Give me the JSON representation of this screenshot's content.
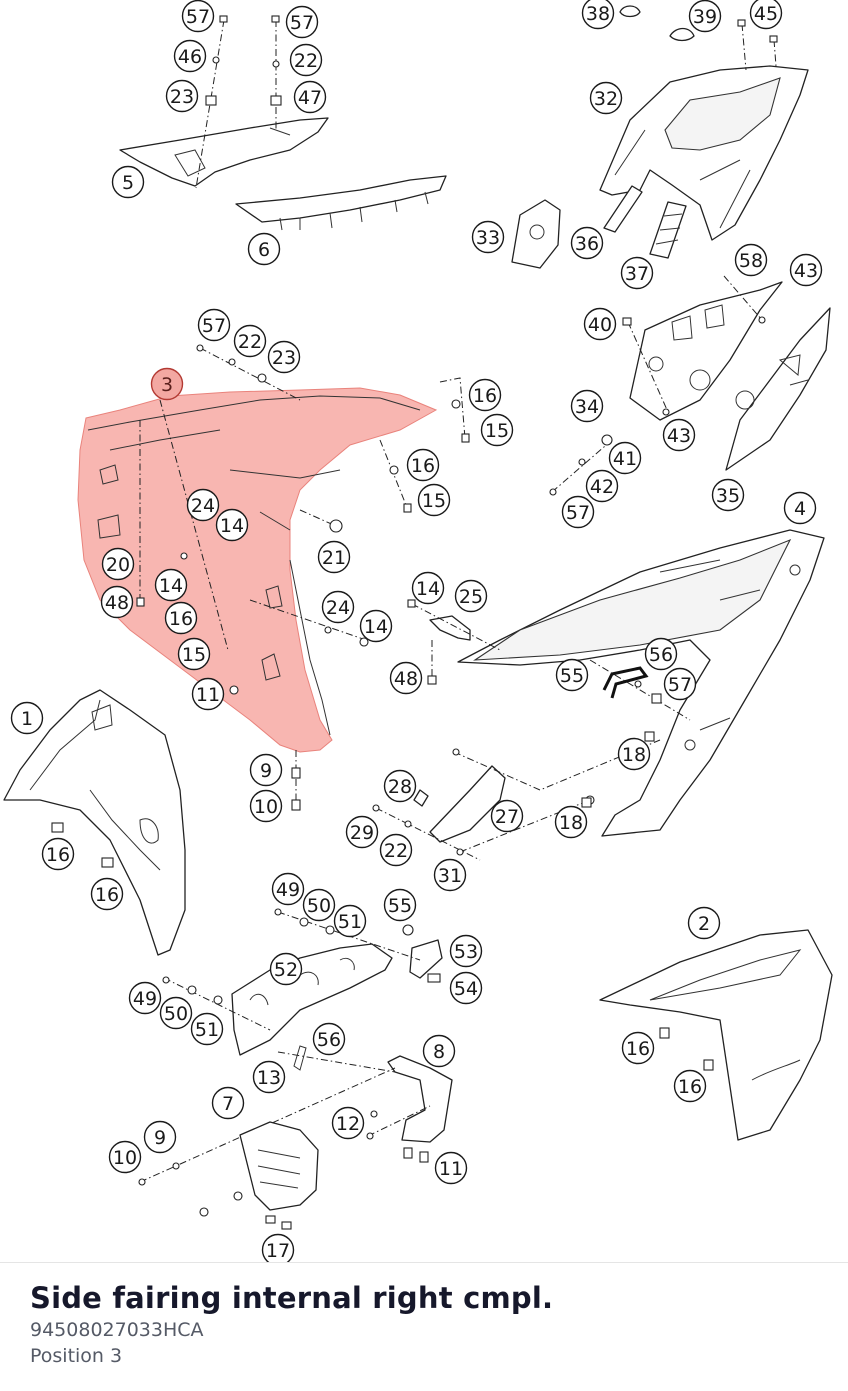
{
  "part": {
    "title": "Side fairing internal right cmpl.",
    "part_number": "94508027033HCA",
    "position_label": "Position 3"
  },
  "highlight_color": "#f26d63",
  "selected_callout": "3",
  "callouts": [
    {
      "label": "57"
    },
    {
      "label": "46"
    },
    {
      "label": "23"
    },
    {
      "label": "57"
    },
    {
      "label": "22"
    },
    {
      "label": "47"
    },
    {
      "label": "5"
    },
    {
      "label": "6"
    },
    {
      "label": "38"
    },
    {
      "label": "39"
    },
    {
      "label": "45"
    },
    {
      "label": "32"
    },
    {
      "label": "33"
    },
    {
      "label": "36"
    },
    {
      "label": "37"
    },
    {
      "label": "58"
    },
    {
      "label": "43"
    },
    {
      "label": "40"
    },
    {
      "label": "34"
    },
    {
      "label": "43"
    },
    {
      "label": "41"
    },
    {
      "label": "42"
    },
    {
      "label": "57"
    },
    {
      "label": "35"
    },
    {
      "label": "4"
    },
    {
      "label": "57"
    },
    {
      "label": "22"
    },
    {
      "label": "23"
    },
    {
      "label": "3"
    },
    {
      "label": "16"
    },
    {
      "label": "15"
    },
    {
      "label": "16"
    },
    {
      "label": "15"
    },
    {
      "label": "24"
    },
    {
      "label": "14"
    },
    {
      "label": "21"
    },
    {
      "label": "20"
    },
    {
      "label": "14"
    },
    {
      "label": "48"
    },
    {
      "label": "16"
    },
    {
      "label": "15"
    },
    {
      "label": "24"
    },
    {
      "label": "14"
    },
    {
      "label": "14"
    },
    {
      "label": "25"
    },
    {
      "label": "11"
    },
    {
      "label": "48"
    },
    {
      "label": "56"
    },
    {
      "label": "55"
    },
    {
      "label": "57"
    },
    {
      "label": "1"
    },
    {
      "label": "9"
    },
    {
      "label": "10"
    },
    {
      "label": "18"
    },
    {
      "label": "28"
    },
    {
      "label": "27"
    },
    {
      "label": "18"
    },
    {
      "label": "29"
    },
    {
      "label": "22"
    },
    {
      "label": "16"
    },
    {
      "label": "16"
    },
    {
      "label": "31"
    },
    {
      "label": "49"
    },
    {
      "label": "50"
    },
    {
      "label": "51"
    },
    {
      "label": "55"
    },
    {
      "label": "53"
    },
    {
      "label": "52"
    },
    {
      "label": "54"
    },
    {
      "label": "2"
    },
    {
      "label": "49"
    },
    {
      "label": "50"
    },
    {
      "label": "51"
    },
    {
      "label": "56"
    },
    {
      "label": "16"
    },
    {
      "label": "13"
    },
    {
      "label": "8"
    },
    {
      "label": "16"
    },
    {
      "label": "7"
    },
    {
      "label": "12"
    },
    {
      "label": "9"
    },
    {
      "label": "10"
    },
    {
      "label": "11"
    },
    {
      "label": "17"
    }
  ]
}
